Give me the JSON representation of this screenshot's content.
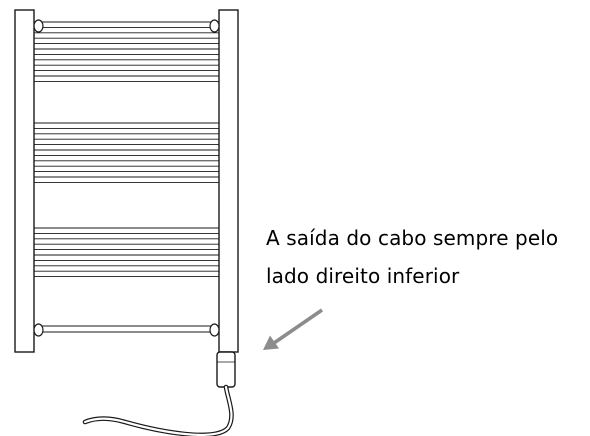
{
  "caption": {
    "line1": "A saída do cabo sempre pelo",
    "line2": "lado direito inferior"
  },
  "colors": {
    "stroke": "#1a1a1a",
    "arrow": "#8c8c8c",
    "background": "#ffffff"
  },
  "icons": {
    "arrow": "diagonal-arrow-pointing-down-left"
  }
}
